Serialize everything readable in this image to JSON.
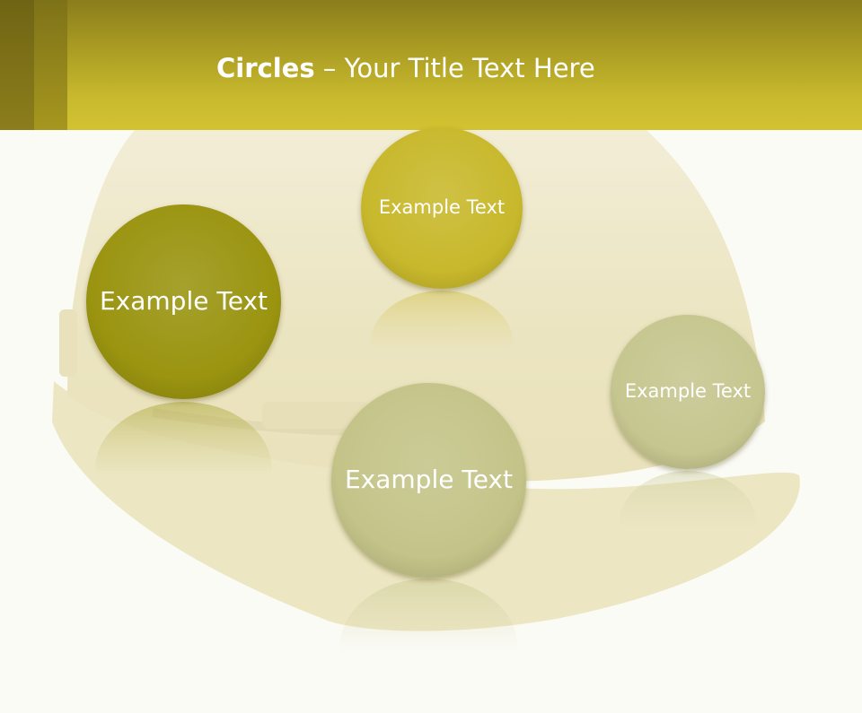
{
  "slide": {
    "title_bold": "Circles",
    "title_rest": " – Your Title Text Here"
  },
  "circles": [
    {
      "label": "Example Text",
      "color": "#9a9410"
    },
    {
      "label": "Example Text",
      "color": "#c8b82c"
    },
    {
      "label": "Example Text",
      "color": "#c4c489"
    },
    {
      "label": "Example Text",
      "color": "#c6c690"
    }
  ],
  "colors": {
    "header": "#c8b92e",
    "background": "#fbfbf6",
    "helmet": "#ece6c4"
  }
}
